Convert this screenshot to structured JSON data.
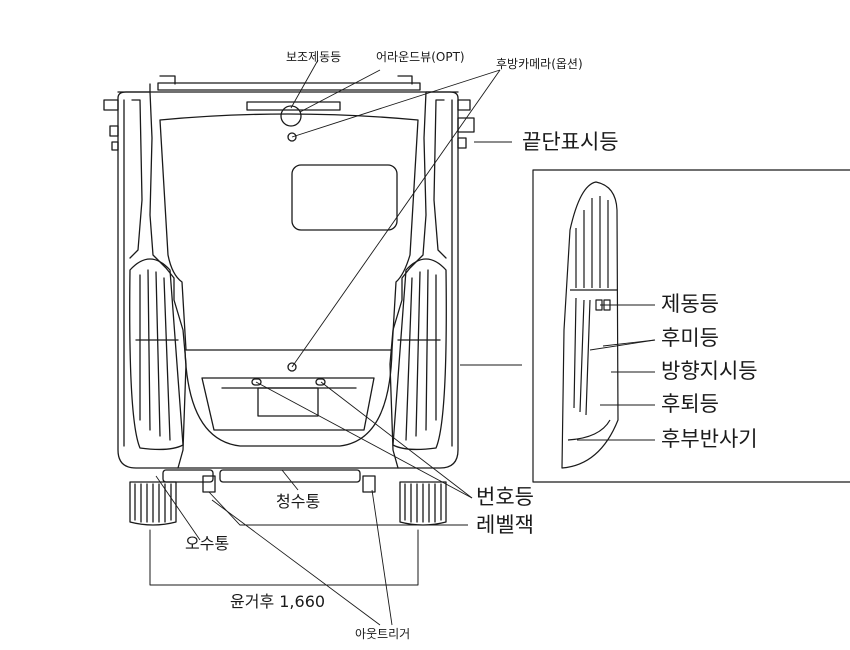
{
  "labels": {
    "aux_brake_light": "보조제동등",
    "around_view": "어라운드뷰(OPT)",
    "rear_camera": "후방카메라(옵션)",
    "end_marker_light": "끝단표시등",
    "license_plate_light": "번호등",
    "level_jack": "레벨잭",
    "fresh_water_tank": "청수통",
    "grey_water_tank": "오수통",
    "rear_track": "윤거후 1,660",
    "outrigger": "아웃트리거"
  },
  "detail": {
    "items": [
      {
        "key": "brake",
        "label": "제동등"
      },
      {
        "key": "tail",
        "label": "후미등"
      },
      {
        "key": "turn",
        "label": "방향지시등"
      },
      {
        "key": "reverse",
        "label": "후퇴등"
      },
      {
        "key": "reflector",
        "label": "후부반사기"
      }
    ]
  },
  "colors": {
    "line": "#1a1a1a",
    "fill": "#ffffff"
  }
}
